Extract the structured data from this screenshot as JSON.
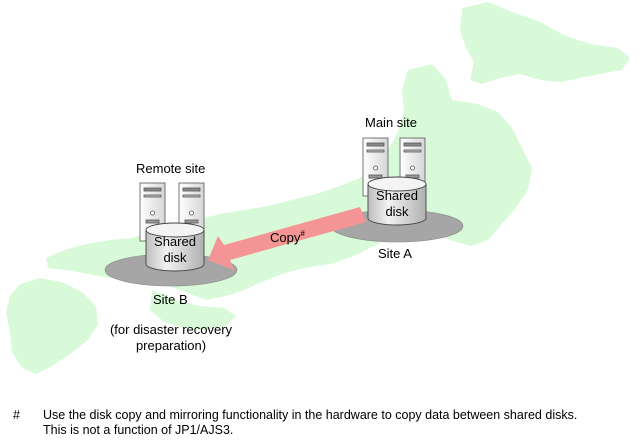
{
  "labels": {
    "main_site": "Main site",
    "remote_site": "Remote site",
    "site_a": "Site A",
    "site_b": "Site B",
    "site_b_note_line1": "(for disaster recovery",
    "site_b_note_line2": "preparation)",
    "shared_disk_line1": "Shared",
    "shared_disk_line2": "disk",
    "copy": "Copy",
    "copy_mark": "#"
  },
  "footnote": {
    "mark": "#",
    "line1": "Use the disk copy and mirroring functionality in the hardware to copy data between shared disks.",
    "line2": "This is not a function of JP1/AJS3."
  },
  "colors": {
    "land": "#d8fad8",
    "platform": "#a6a6a6",
    "arrow": "#f49494",
    "server": "#f0f0f0",
    "disk_top": "#f4f4f4",
    "disk_body": "#e0e0e0"
  }
}
